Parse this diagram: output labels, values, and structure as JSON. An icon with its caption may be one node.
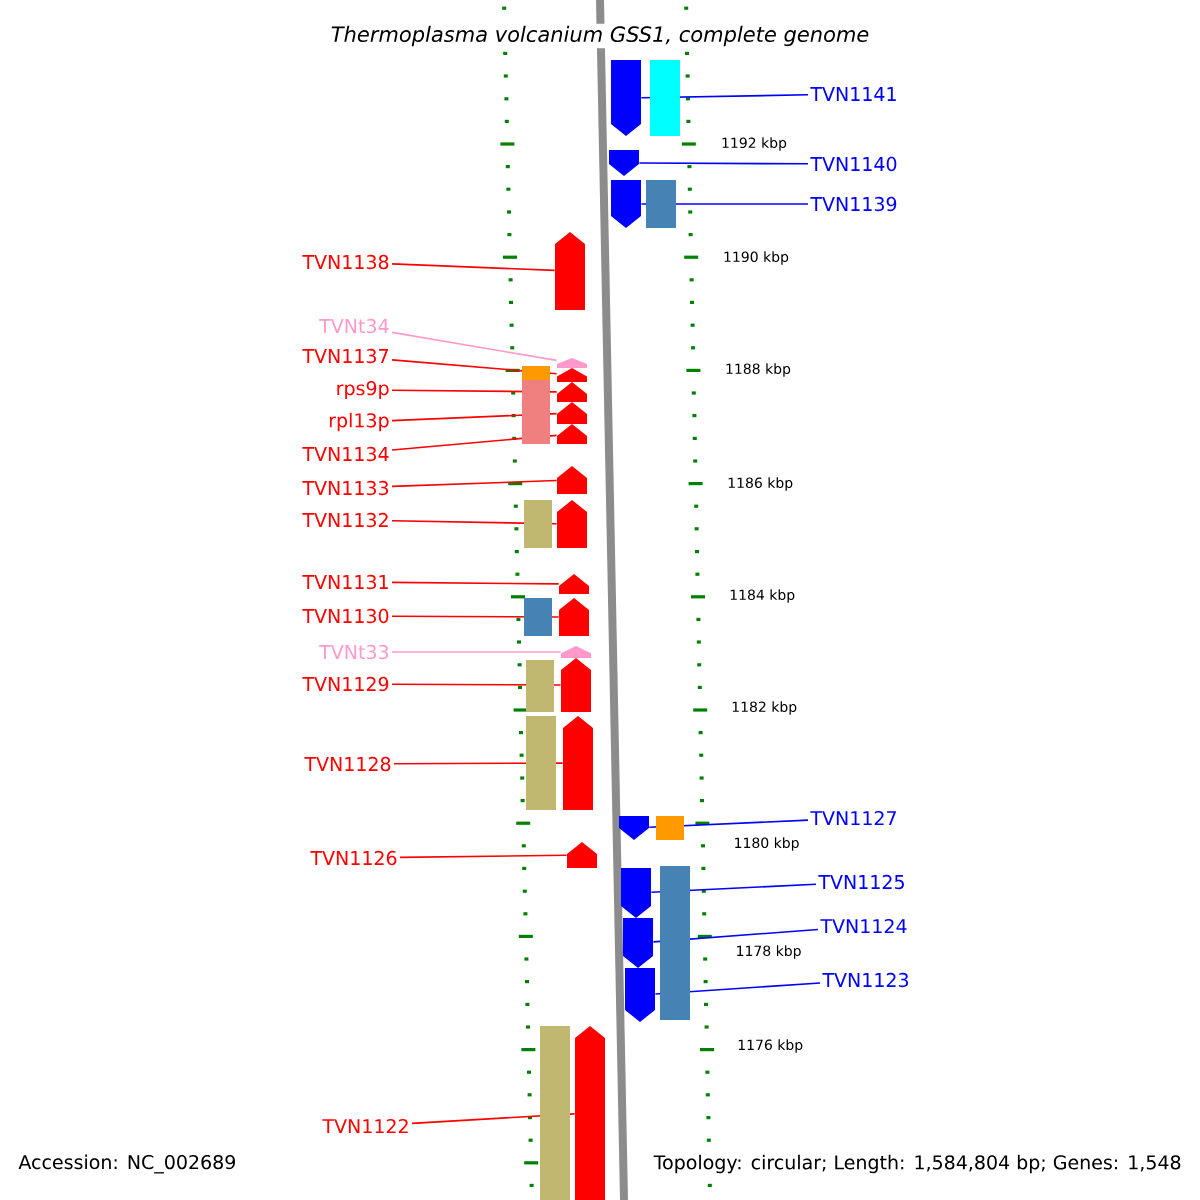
{
  "diagram": {
    "title": "Thermoplasma volcanium GSS1, complete genome",
    "nodes": [
      {
        "text": [
          "TVN1141"
        ]
      },
      {
        "text": [],
        "shape": "pentagon"
      },
      {
        "text": [
          "TVN1140"
        ]
      },
      {
        "text": [],
        "shape": "pentagon"
      },
      {
        "text": [
          "TVN1139"
        ]
      },
      {
        "text": [],
        "shape": "pentagon"
      },
      {
        "text": [
          "TVN1138"
        ]
      },
      {
        "text": [],
        "shape": "pentagon"
      },
      {
        "text": [
          "TVNt34"
        ]
      },
      {
        "text": [],
        "shape": "pentagon"
      },
      {
        "text": [
          "TVN1137"
        ]
      },
      {
        "text": [],
        "shape": "pentagon"
      },
      {
        "text": [
          "rps9p"
        ]
      },
      {
        "text": [],
        "shape": "pentagon"
      },
      {
        "text": [
          "rpl13p"
        ]
      },
      {
        "text": [],
        "shape": "pentagon"
      },
      {
        "text": [
          "TVN1134"
        ]
      },
      {
        "text": [],
        "shape": "pentagon"
      },
      {
        "text": [
          "TVN1133"
        ]
      },
      {
        "text": [],
        "shape": "pentagon"
      },
      {
        "text": [
          "TVN1132"
        ]
      },
      {
        "text": [],
        "shape": "pentagon"
      },
      {
        "text": [
          "TVN1131"
        ]
      },
      {
        "text": [],
        "shape": "pentagon"
      },
      {
        "text": [
          "TVN1130"
        ]
      },
      {
        "text": [],
        "shape": "pentagon"
      },
      {
        "text": [
          "TVNt33"
        ]
      },
      {
        "text": [],
        "shape": "pentagon"
      },
      {
        "text": [
          "TVN1129"
        ]
      },
      {
        "text": [],
        "shape": "pentagon"
      },
      {
        "text": [
          "TVN1128"
        ]
      },
      {
        "text": [],
        "shape": "pentagon"
      },
      {
        "text": [
          "TVN1127"
        ]
      },
      {
        "text": [],
        "shape": "pentagon"
      },
      {
        "text": [
          "TVN1126"
        ]
      },
      {
        "text": [],
        "shape": "pentagon"
      },
      {
        "text": [
          "TVN1125"
        ]
      },
      {
        "text": [],
        "shape": "pentagon"
      },
      {
        "text": [
          "TVN1124"
        ]
      },
      {
        "text": [],
        "shape": "pentagon"
      },
      {
        "text": [
          "TVN1123"
        ]
      },
      {
        "text": [],
        "shape": "pentagon"
      },
      {
        "text": [
          "TVN1122"
        ]
      },
      {
        "text": [],
        "shape": "pentagon"
      }
    ],
    "edges": [
      {
        "from": 0,
        "to": 1,
        "arrow": "none",
        "color": "#0000ff"
      },
      {
        "from": 2,
        "to": 3,
        "arrow": "none",
        "color": "#0000ff"
      },
      {
        "from": 4,
        "to": 5,
        "arrow": "none",
        "color": "#0000ff"
      },
      {
        "from": 6,
        "to": 7,
        "arrow": "none"
      },
      {
        "from": 8,
        "to": 9,
        "arrow": "none",
        "color": "#ff99cc"
      },
      {
        "from": 10,
        "to": 11,
        "arrow": "none"
      },
      {
        "from": 12,
        "to": 13,
        "arrow": "none"
      },
      {
        "from": 14,
        "to": 15,
        "arrow": "none"
      },
      {
        "from": 16,
        "to": 17,
        "arrow": "none"
      },
      {
        "from": 18,
        "to": 19,
        "arrow": "none"
      },
      {
        "from": 20,
        "to": 21,
        "arrow": "none"
      },
      {
        "from": 22,
        "to": 23,
        "arrow": "none"
      },
      {
        "from": 24,
        "to": 25,
        "arrow": "none"
      },
      {
        "from": 26,
        "to": 27,
        "arrow": "none",
        "color": "#ff99cc"
      },
      {
        "from": 28,
        "to": 29,
        "arrow": "none"
      },
      {
        "from": 30,
        "to": 31,
        "arrow": "none"
      },
      {
        "from": 32,
        "to": 33,
        "arrow": "none",
        "color": "#0000ff"
      },
      {
        "from": 34,
        "to": 35,
        "arrow": "none"
      },
      {
        "from": 36,
        "to": 37,
        "arrow": "none",
        "color": "#0000ff"
      },
      {
        "from": 38,
        "to": 39,
        "arrow": "none",
        "color": "#0000ff"
      },
      {
        "from": 40,
        "to": 41,
        "arrow": "none",
        "color": "#0000ff"
      },
      {
        "from": 42,
        "to": 43,
        "arrow": "none"
      }
    ],
    "labels": [
      "1192 kbp",
      "1190 kbp",
      "1188 kbp",
      "1186 kbp",
      "1184 kbp",
      "1182 kbp",
      "1180 kbp",
      "1178 kbp",
      "1176 kbp",
      "Accession: NC_002689",
      "Topology: circular; Length: 1,584,804 bp; Genes: 1,548"
    ]
  }
}
